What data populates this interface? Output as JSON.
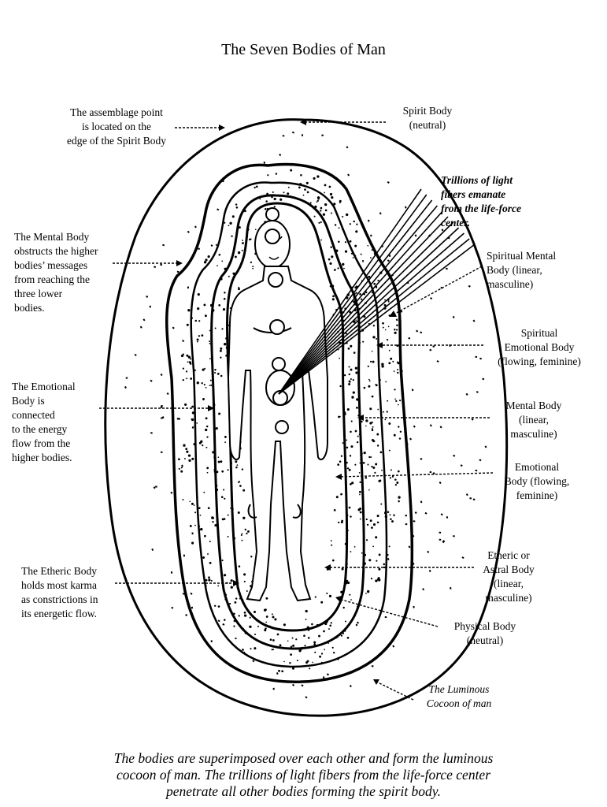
{
  "title": "The Seven Bodies of Man",
  "labels": {
    "assemblage_point": "The assemblage point\nis located on the\nedge of the Spirit Body",
    "spirit_body": "Spirit Body\n(neutral)",
    "light_fibers": "Trillions of light\nfibers emanate\nfrom the life-force\ncenter.",
    "mental_obstructs": "The Mental Body\nobstructs the higher\nbodies’ messages\nfrom reaching the\nthree lower\nbodies.",
    "spiritual_mental_body": "Spiritual Mental\nBody (linear,\nmasculine)",
    "spiritual_emotional_body": "Spiritual\nEmotional Body\n(flowing, feminine)",
    "emotional_connected": "The Emotional\nBody is\nconnected\nto the energy\nflow from the\nhigher bodies.",
    "mental_body": "Mental Body\n(linear,\nmasculine)",
    "emotional_body": "Emotional\nBody (flowing,\nfeminine)",
    "etheric_karma": "The Etheric Body\nholds most karma\nas constrictions in\nits energetic flow.",
    "etheric_astral_body": "Etheric or\nAstral Body\n(linear,\nmasculine)",
    "physical_body": "Physical Body\n(neutral)",
    "luminous_cocoon": "The Luminous\nCocoon of man"
  },
  "caption": "The bodies are superimposed over each other and form the luminous\ncocoon of man. The trillions of light fibers from the life-force center\npenetrate all other bodies forming the spirit body."
}
